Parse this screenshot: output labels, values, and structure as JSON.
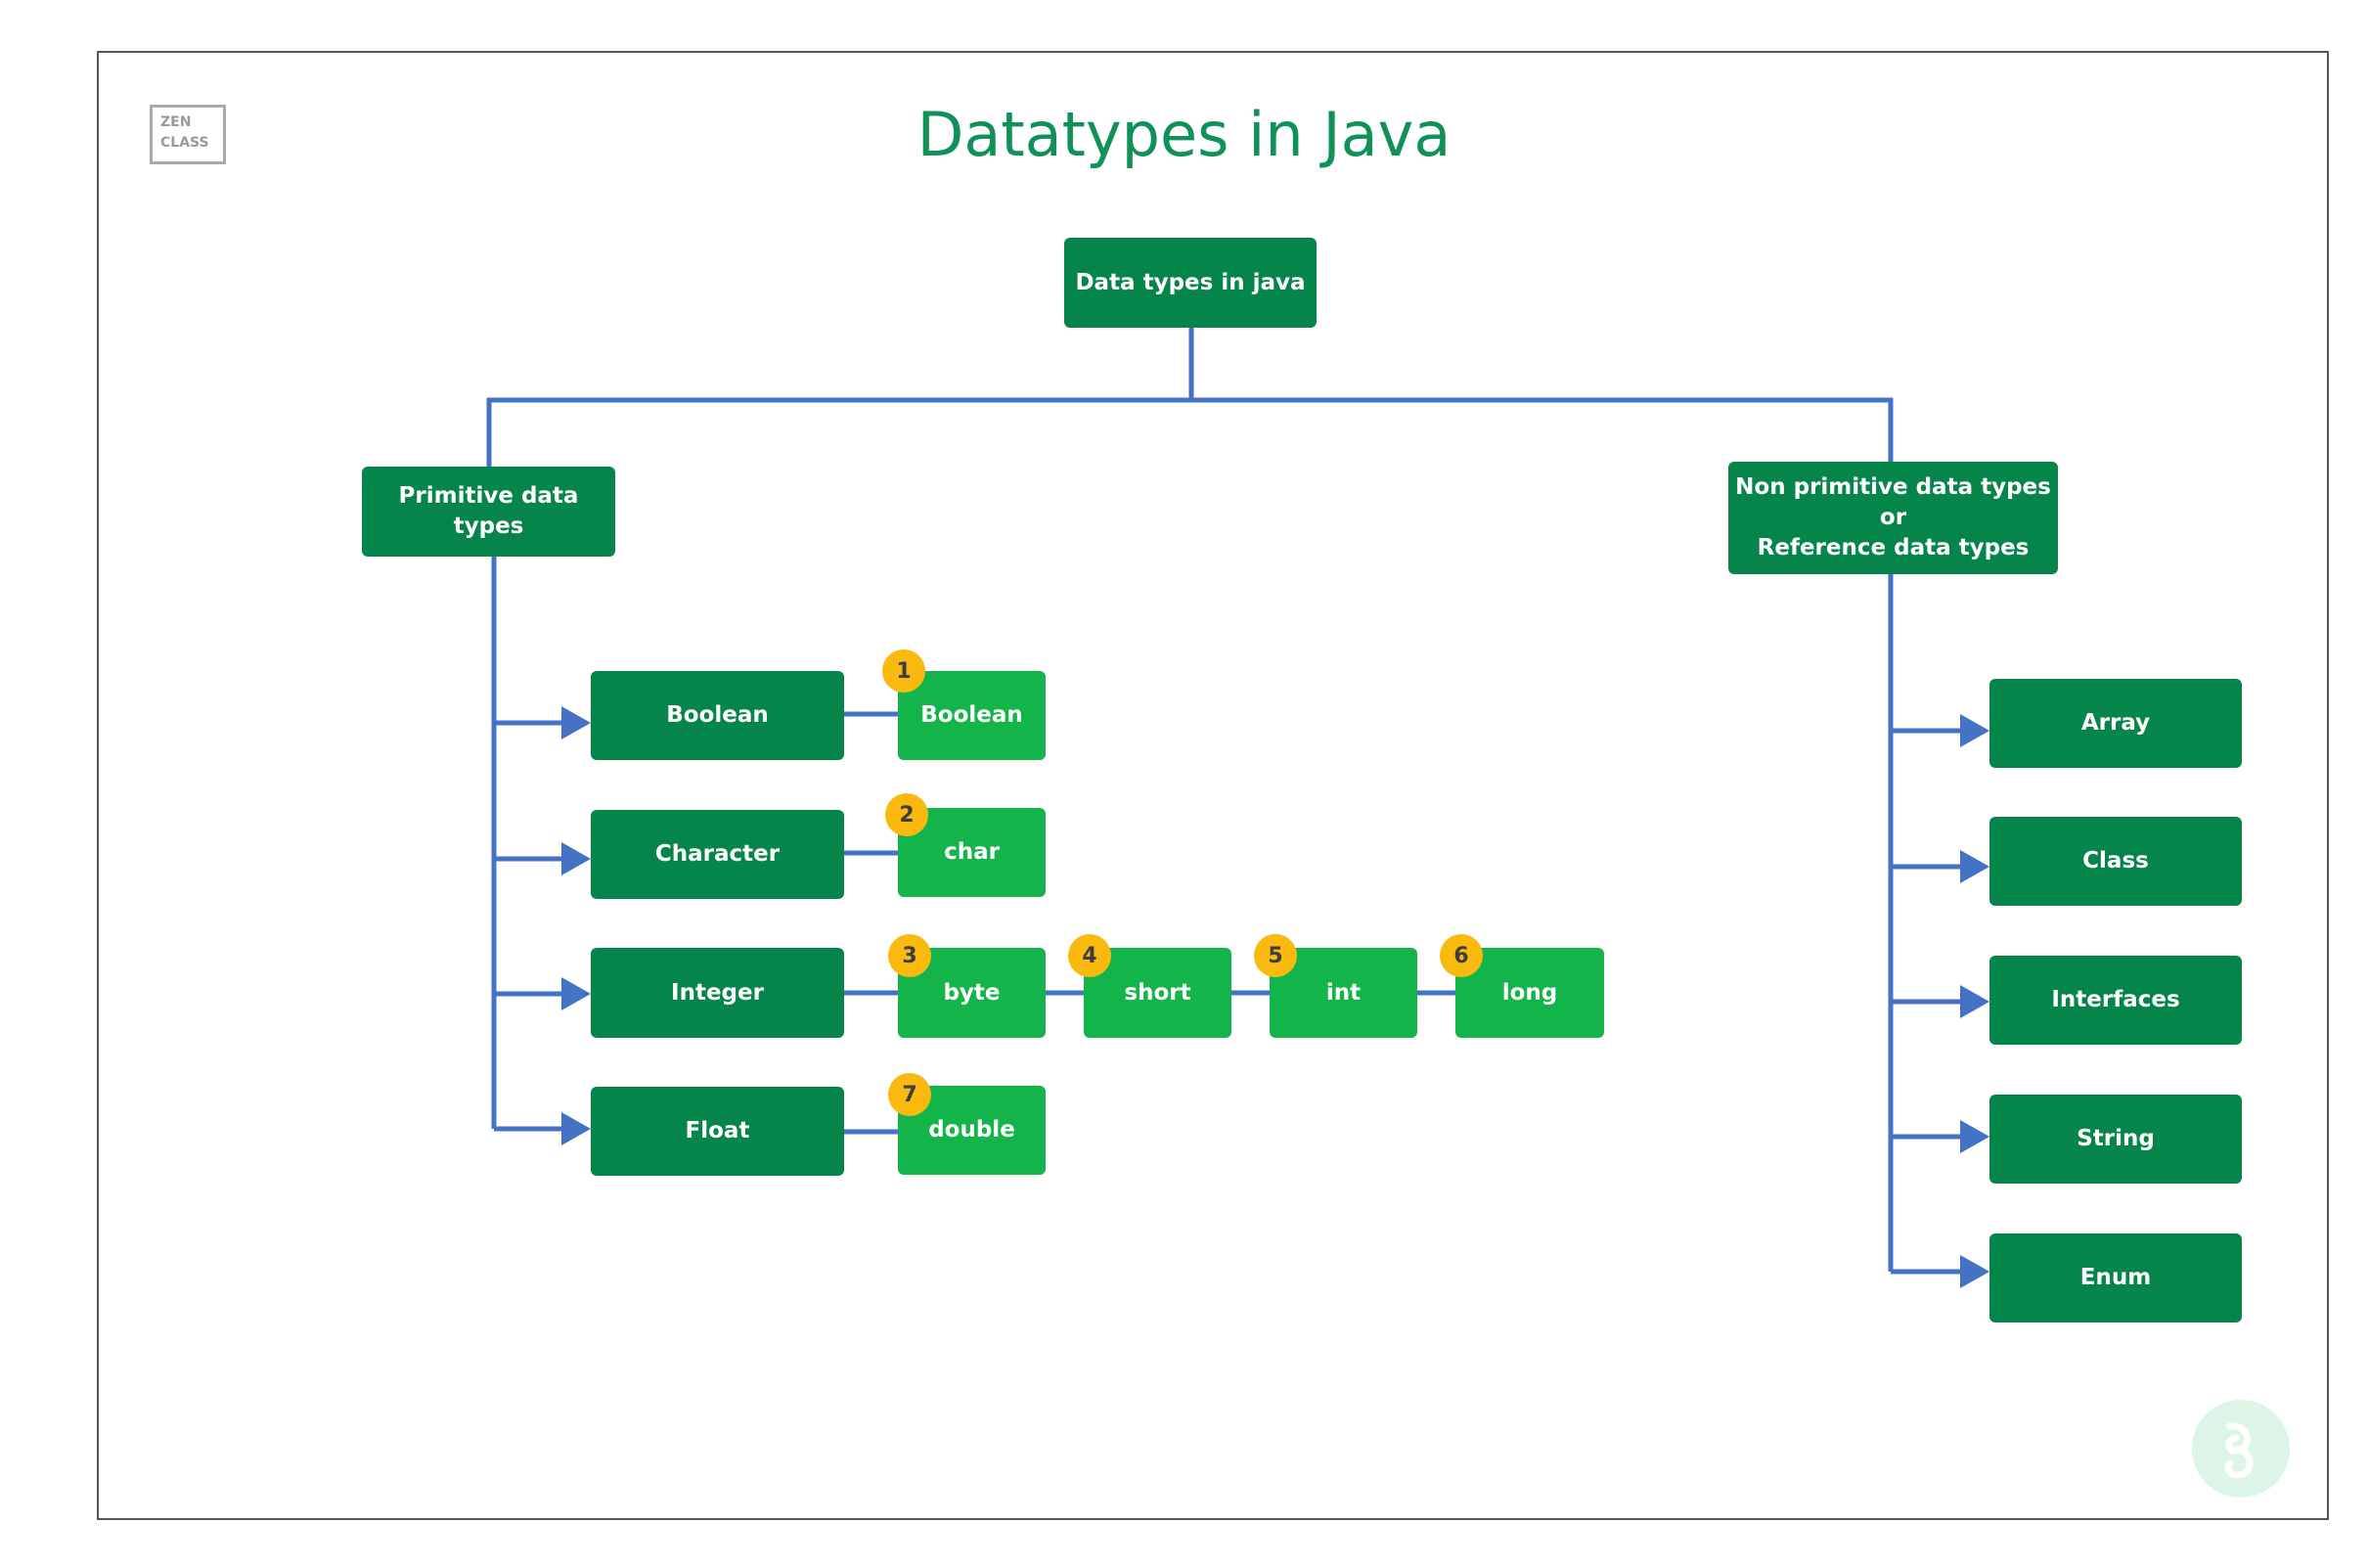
{
  "logo": {
    "line1": "ZEN",
    "line2": "CLASS"
  },
  "title": "Datatypes in Java",
  "root": "Data types in java",
  "primitive": {
    "label": "Primitive data types",
    "categories": [
      {
        "label": "Boolean",
        "types": [
          {
            "num": "1",
            "label": "Boolean"
          }
        ]
      },
      {
        "label": "Character",
        "types": [
          {
            "num": "2",
            "label": "char"
          }
        ]
      },
      {
        "label": "Integer",
        "types": [
          {
            "num": "3",
            "label": "byte"
          },
          {
            "num": "4",
            "label": "short"
          },
          {
            "num": "5",
            "label": "int"
          },
          {
            "num": "6",
            "label": "long"
          }
        ]
      },
      {
        "label": "Float",
        "types": [
          {
            "num": "7",
            "label": "double"
          }
        ]
      }
    ]
  },
  "non_primitive": {
    "label_line1": "Non primitive data types",
    "label_line2": "or",
    "label_line3": "Reference data types",
    "items": [
      "Array",
      "Class",
      "Interfaces",
      "String",
      "Enum"
    ]
  },
  "colors": {
    "title": "#0f9157",
    "dark_node": "#06854b",
    "light_node": "#13b54a",
    "badge": "#f9b90f",
    "connector": "#4472c4"
  },
  "icons": {
    "brand_mark": "brand-logo-icon"
  }
}
